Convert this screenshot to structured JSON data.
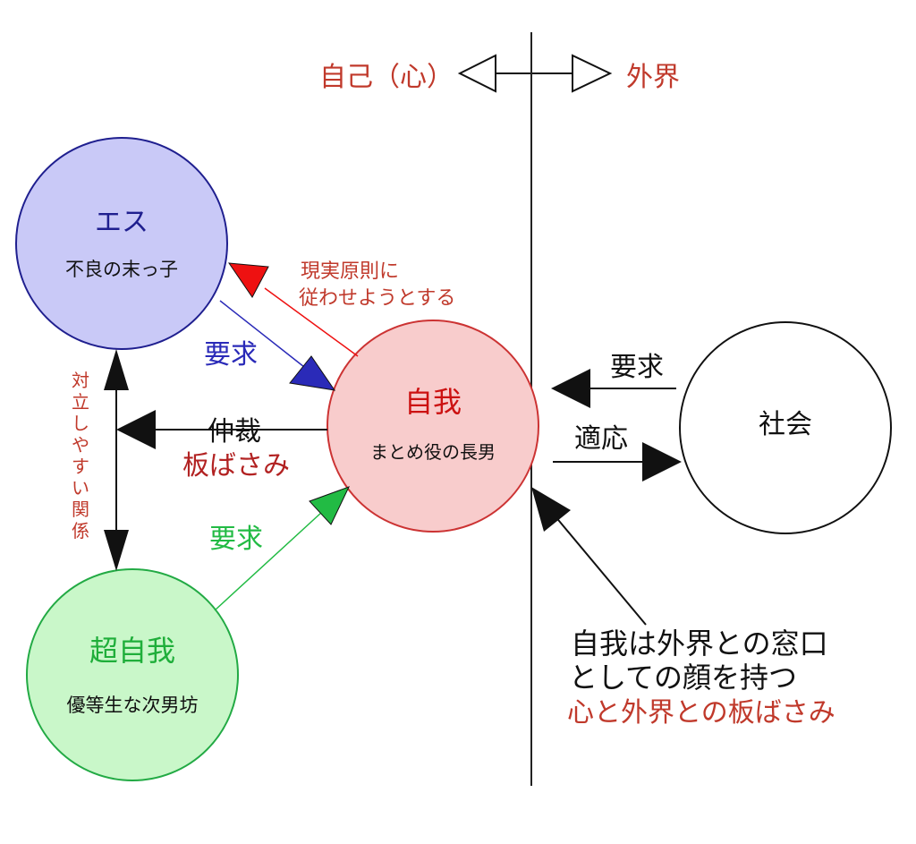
{
  "header": {
    "left_label": "自己（心）",
    "right_label": "外界"
  },
  "nodes": {
    "id": {
      "title": "エス",
      "subtitle": "不良の末っ子"
    },
    "ego": {
      "title": "自我",
      "subtitle": "まとめ役の長男"
    },
    "superego": {
      "title": "超自我",
      "subtitle": "優等生な次男坊"
    },
    "society": {
      "title": "社会"
    }
  },
  "edges": {
    "reality_principle": [
      "現実原則に",
      "従わせようとする"
    ],
    "id_demand": "要求",
    "superego_demand": "要求",
    "mediation": {
      "line1": "仲裁",
      "line2": "板ばさみ"
    },
    "conflict": [
      "対",
      "立",
      "し",
      "や",
      "す",
      "い",
      "関",
      "係"
    ],
    "society_demand": "要求",
    "adaptation": "適応"
  },
  "note": {
    "line1": "自我は外界との窓口",
    "line2": "としての顔を持つ",
    "line3": "心と外界との板ばさみ"
  },
  "colors": {
    "id_fill": "#c9c9f7",
    "id_text": "#1f1f8f",
    "ego_fill": "#f8cccc",
    "ego_text": "#cc1111",
    "superego_fill": "#c9f7c9",
    "superego_text": "#1fae3a",
    "red_label": "#c0392b",
    "dark_red": "#b22222",
    "blue_arrow": "#2a2ab8",
    "green_arrow": "#22bb44",
    "red_arrow": "#ee1111",
    "black": "#111111"
  }
}
